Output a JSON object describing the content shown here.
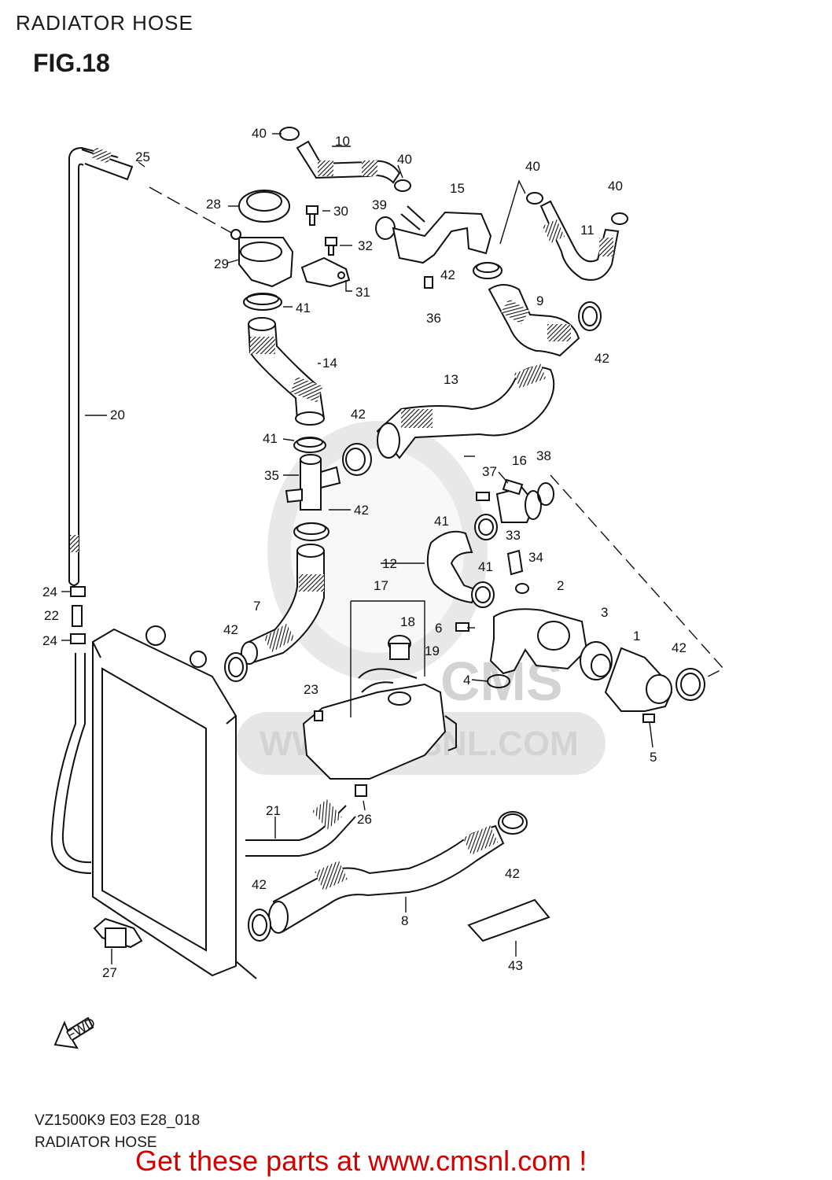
{
  "header": {
    "title": "RADIATOR HOSE",
    "figure": "FIG.18"
  },
  "watermark": {
    "url_text": "WWW.CMSNL.COM",
    "logo_text": "CMS"
  },
  "callouts": [
    "40",
    "10",
    "25",
    "40",
    "15",
    "40",
    "40",
    "39",
    "28",
    "30",
    "11",
    "29",
    "32",
    "42",
    "9",
    "31",
    "36",
    "41",
    "42",
    "14",
    "13",
    "42",
    "20",
    "41",
    "38",
    "16",
    "35",
    "37",
    "42",
    "41",
    "33",
    "34",
    "12",
    "41",
    "2",
    "24",
    "7",
    "17",
    "3",
    "22",
    "18",
    "1",
    "42",
    "42",
    "6",
    "19",
    "24",
    "4",
    "23",
    "5",
    "26",
    "21",
    "42",
    "42",
    "8",
    "27",
    "43"
  ],
  "fwd_arrow_label": "FWD",
  "footer": {
    "model_code": "VZ1500K9 E03 E28_018",
    "title": "RADIATOR HOSE",
    "cta": "Get these parts at www.cmsnl.com !"
  },
  "colors": {
    "cta": "#d40000",
    "line": "#111111",
    "watermark": "#d6d6d6"
  }
}
